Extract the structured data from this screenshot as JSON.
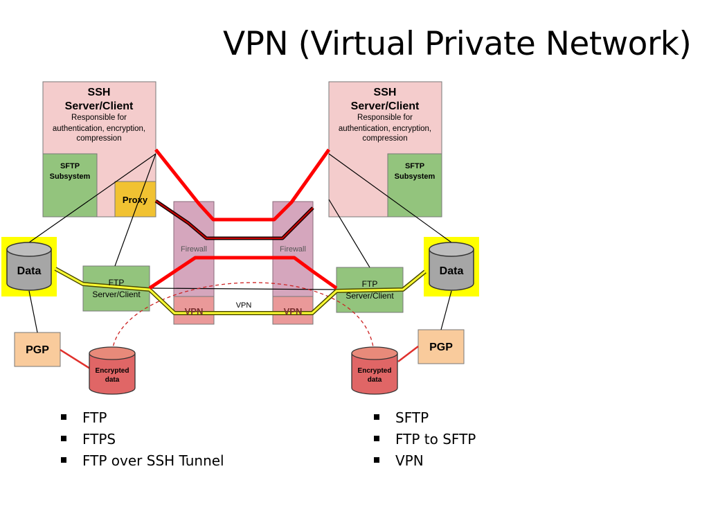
{
  "title": "VPN (Virtual Private Network)",
  "diagram": {
    "ssh_left": {
      "title_line1": "SSH",
      "title_line2": "Server/Client",
      "desc_line1": "Responsible for",
      "desc_line2": "authentication, encryption,",
      "desc_line3": "compression"
    },
    "ssh_right": {
      "title_line1": "SSH",
      "title_line2": "Server/Client",
      "desc_line1": "Responsible for",
      "desc_line2": "authentication, encryption,",
      "desc_line3": "compression"
    },
    "sftp_left": {
      "line1": "SFTP",
      "line2": "Subsystem"
    },
    "sftp_right": {
      "line1": "SFTP",
      "line2": "Subsystem"
    },
    "proxy": "Proxy",
    "firewall_left": "Firewall",
    "firewall_right": "Firewall",
    "vpn_left": "VPN",
    "vpn_right": "VPN",
    "vpn_link": "VPN",
    "ftp_left": {
      "line1": "FTP",
      "line2": "Server/Client"
    },
    "ftp_right": {
      "line1": "FTP",
      "line2": "Server/Client"
    },
    "data_left": "Data",
    "data_right": "Data",
    "pgp_left": "PGP",
    "pgp_right": "PGP",
    "enc_left": {
      "line1": "Encrypted",
      "line2": "data"
    },
    "enc_right": {
      "line1": "Encrypted",
      "line2": "data"
    }
  },
  "bullets_left": [
    "FTP",
    "FTPS",
    "FTP over SSH Tunnel"
  ],
  "bullets_right": [
    "SFTP",
    "FTP to SFTP",
    "VPN"
  ],
  "colors": {
    "ssh_box": "#f4cccc",
    "sftp_box": "#93c47d",
    "proxy_box": "#f1c232",
    "firewall": "#d5a6bd",
    "vpn_box": "#ea9999",
    "data_highlight": "#ffff00",
    "data_cylinder": "#a6a6a6",
    "pgp_box": "#f9cb9c",
    "encrypted_cylinder": "#e06666",
    "tunnel_red": "#ff0000"
  }
}
